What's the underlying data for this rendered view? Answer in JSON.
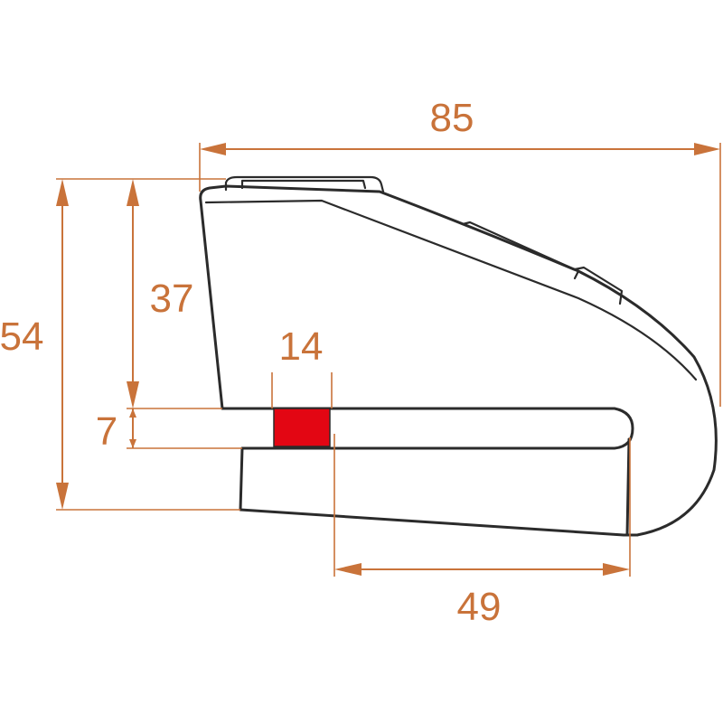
{
  "colors": {
    "dimension": "#c9733a",
    "outline": "#2b2b2b",
    "lock_pin": "#e30613"
  },
  "dimensions": {
    "overall_length": "85",
    "overall_height": "54",
    "body_height": "37",
    "slot_width": "7",
    "pin_width": "14",
    "slot_depth": "49"
  }
}
